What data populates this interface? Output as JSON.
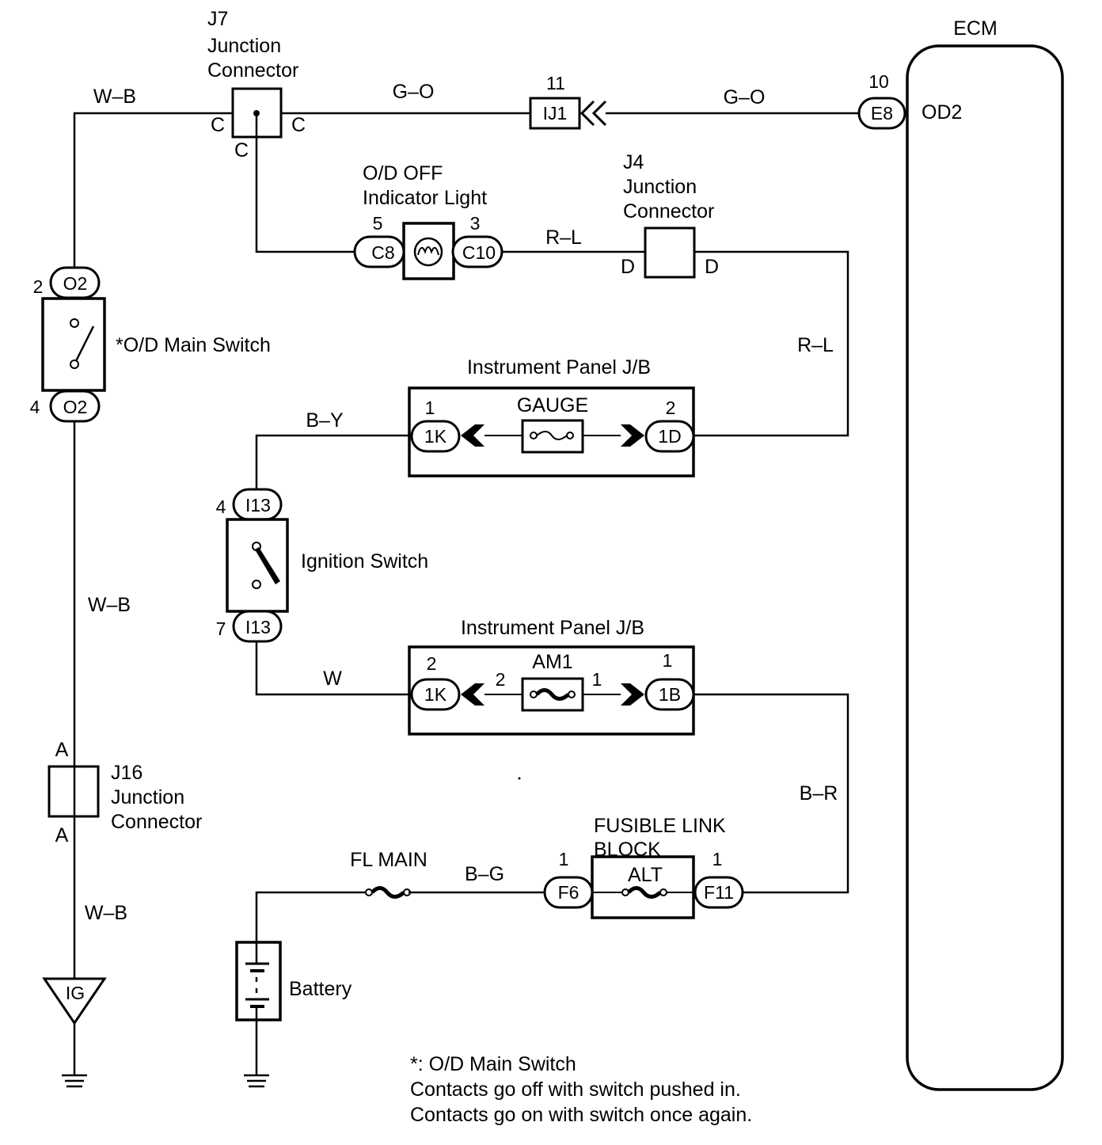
{
  "ecm": {
    "title": "ECM",
    "terminal_pin": "10",
    "terminal_connector": "E8",
    "terminal_name": "OD2"
  },
  "wires": {
    "w_b_top": "W–B",
    "g_o_left": "G–O",
    "g_o_right": "G–O",
    "r_l_top": "R–L",
    "r_l_right": "R–L",
    "b_y": "B–Y",
    "w": "W",
    "w_b_mid": "W–B",
    "b_r": "B–R",
    "b_g": "B–G",
    "w_b_bottom": "W–B"
  },
  "j7": {
    "name": "J7",
    "line1": "Junction",
    "line2": "Connector",
    "pin_left": "C",
    "pin_right": "C",
    "pin_bottom": "C"
  },
  "ij1": {
    "pin": "11",
    "connector": "IJ1"
  },
  "indicator": {
    "line1": "O/D OFF",
    "line2": "Indicator Light",
    "left_pin": "5",
    "left_connector": "C8",
    "right_pin": "3",
    "right_connector": "C10"
  },
  "j4": {
    "name": "J4",
    "line1": "Junction",
    "line2": "Connector",
    "pin_left": "D",
    "pin_right": "D"
  },
  "od_switch": {
    "label": "*O/D Main Switch",
    "top_pin": "2",
    "top_connector": "O2",
    "bottom_pin": "4",
    "bottom_connector": "O2"
  },
  "jb_gauge": {
    "title": "Instrument Panel J/B",
    "fuse": "GAUGE",
    "left_pin": "1",
    "left_connector": "1K",
    "right_pin": "2",
    "right_connector": "1D"
  },
  "ignition": {
    "label": "Ignition Switch",
    "top_pin": "4",
    "top_connector": "I13",
    "bottom_pin": "7",
    "bottom_connector": "I13"
  },
  "jb_am1": {
    "title": "Instrument Panel J/B",
    "fuse": "AM1",
    "left_pin": "2",
    "left_connector": "1K",
    "inner_left_pin": "2",
    "inner_right_pin": "1",
    "right_pin": "1",
    "right_connector": "1B"
  },
  "j16": {
    "name": "J16",
    "line1": "Junction",
    "line2": "Connector",
    "pin_top": "A",
    "pin_bottom": "A"
  },
  "fusible_link": {
    "line1": "FUSIBLE LINK",
    "line2": "BLOCK",
    "fuse": "ALT",
    "left_pin": "1",
    "left_connector": "F6",
    "right_pin": "1",
    "right_connector": "F11"
  },
  "fl_main": {
    "label": "FL MAIN"
  },
  "battery": {
    "label": "Battery"
  },
  "ig_ground": {
    "label": "IG"
  },
  "note": {
    "line1": "*: O/D Main Switch",
    "line2": "Contacts go off with switch pushed in.",
    "line3": "Contacts go on with switch once again."
  }
}
